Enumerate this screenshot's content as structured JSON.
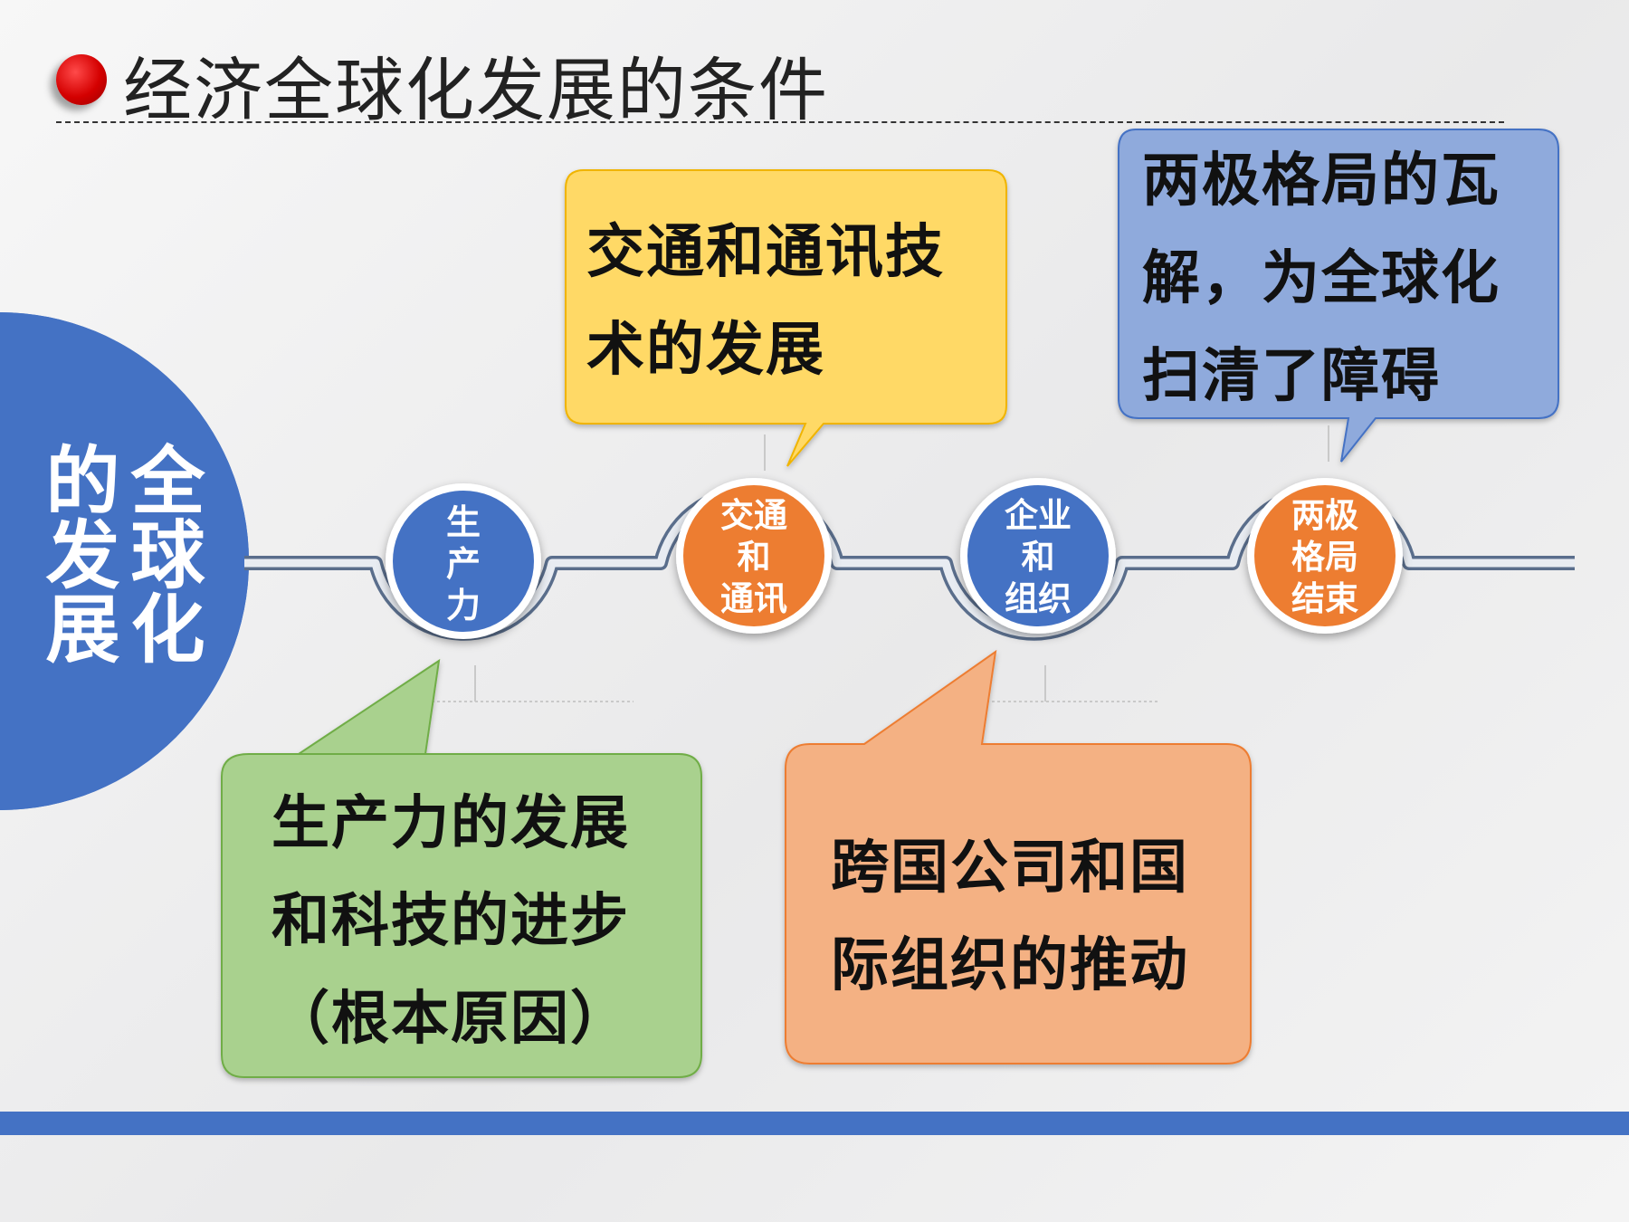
{
  "slide": {
    "title": "经济全球化发展的条件"
  },
  "side": {
    "col1": "全球化",
    "col2": "的发展"
  },
  "nodes": [
    {
      "label": "生\n产\n力",
      "color": "#4472c4"
    },
    {
      "label": "交通\n和\n通讯",
      "color": "#ed7d31"
    },
    {
      "label": "企业\n和\n组织",
      "color": "#4472c4"
    },
    {
      "label": "两极\n格局\n结束",
      "color": "#ed7d31"
    }
  ],
  "callouts": [
    {
      "text": "交通和通讯技\n术的发展",
      "color": "#ffd966"
    },
    {
      "text": "两极格局的瓦\n解，为全球化\n扫清了障碍",
      "color": "#8faadc"
    },
    {
      "text": "生产力的发展\n和科技的进步\n（根本原因）",
      "color": "#a9d18e"
    },
    {
      "text": "跨国公司和国\n际组织的推动",
      "color": "#f4b183"
    }
  ],
  "colors": {
    "accent_blue": "#4472c4",
    "accent_orange": "#ed7d31",
    "title_dot": "#d40000"
  }
}
